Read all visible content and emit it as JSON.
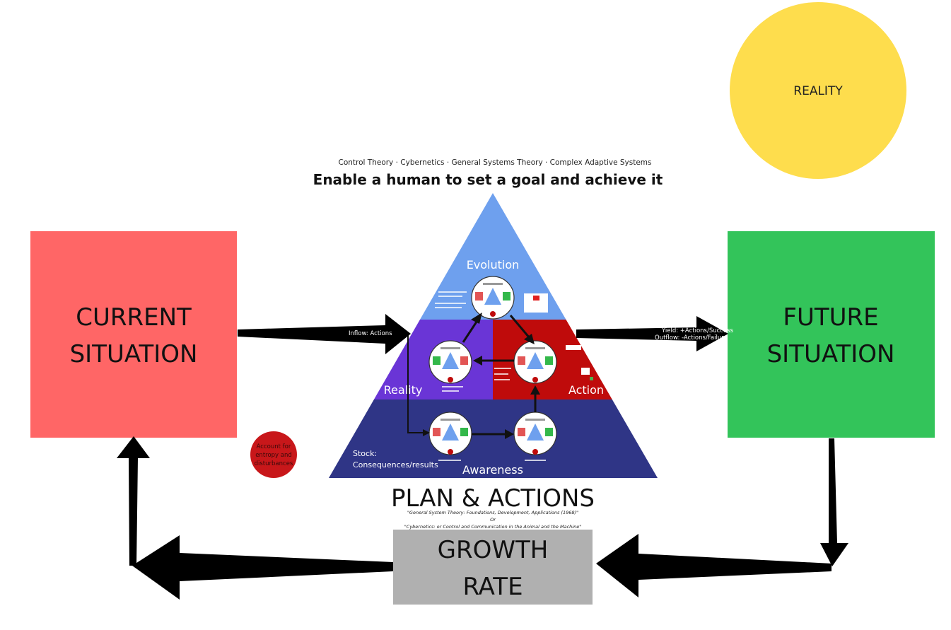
{
  "boxes": {
    "current": {
      "line1": "CURRENT",
      "line2": "SITUATION",
      "color": "#ff6666"
    },
    "future": {
      "line1": "FUTURE",
      "line2": "SITUATION",
      "color": "#33c45a"
    },
    "growth": {
      "line1": "GROWTH",
      "line2": "RATE",
      "color": "#b0b0b0"
    }
  },
  "reality_circle": {
    "label": "REALITY",
    "color": "#fedd4d"
  },
  "header": {
    "subtitle": "Control Theory · Cybernetics · General Systems Theory · Complex Adaptive Systems",
    "title": "Enable a human to set a goal and achieve it"
  },
  "pyramid": {
    "evolution": "Evolution",
    "reality": "Reality",
    "action": "Action",
    "awareness": "Awareness",
    "stock_line1": "Stock:",
    "stock_line2": "Consequences/results",
    "colors": {
      "top": "#6ea0ee",
      "left": "#6a35d6",
      "right": "#bf0b0b",
      "bottom": "#2f3586"
    }
  },
  "flows": {
    "inflow": "Inflow: Actions",
    "yield": "Yield: +Actions/Success",
    "outflow": "Outflow: -Actions/Failure"
  },
  "entropy_badge": {
    "line1": "Account for",
    "line2": "entropy and",
    "line3": "disturbances",
    "color": "#c8171a"
  },
  "plan": {
    "title": "PLAN & ACTIONS",
    "ref1": "\"General System Theory: Foundations, Development, Applications (1968)\"",
    "ref_or": "Or",
    "ref2": "\"Cybernetics: or Control and Communication in the Animal and the Machine\""
  }
}
